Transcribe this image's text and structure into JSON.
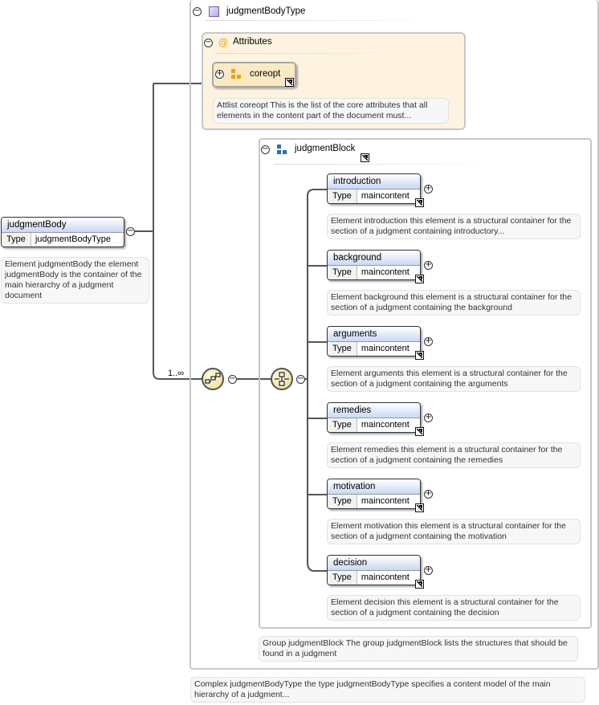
{
  "complex_type": {
    "name": "judgmentBodyType",
    "note": "Complex judgmentBodyType the type judgmentBodyType specifies a content model of the main hierarchy of a judgment..."
  },
  "root": {
    "name": "judgmentBody",
    "type_label": "Type",
    "type_value": "judgmentBodyType",
    "note": "Element judgmentBody the element judgmentBody is the container of the main hierarchy of a judgment document"
  },
  "attributes": {
    "title": "Attributes",
    "group_name": "coreopt",
    "note": "Attlist coreopt This is the list of the core attributes that all elements in the content part of the document must..."
  },
  "cardinality": "1..∞",
  "group": {
    "name": "judgmentBlock",
    "note": "Group judgmentBlock The group judgmentBlock lists the structures that should be found in a judgment",
    "elements": [
      {
        "name": "introduction",
        "type_label": "Type",
        "type_value": "maincontent",
        "note": "Element introduction this element is a structural container for the section of a judgment containing introductory..."
      },
      {
        "name": "background",
        "type_label": "Type",
        "type_value": "maincontent",
        "note": "Element background this element is a structural container for the section of a judgment containing the background"
      },
      {
        "name": "arguments",
        "type_label": "Type",
        "type_value": "maincontent",
        "note": "Element arguments this element is a structural container for the section of a judgment containing the arguments"
      },
      {
        "name": "remedies",
        "type_label": "Type",
        "type_value": "maincontent",
        "note": "Element remedies this element is a structural container for the section of a judgment containing the remedies"
      },
      {
        "name": "motivation",
        "type_label": "Type",
        "type_value": "maincontent",
        "note": "Element motivation this element is a structural container for the section of a judgment containing the motivation"
      },
      {
        "name": "decision",
        "type_label": "Type",
        "type_value": "maincontent",
        "note": "Element decision this element is a structural container for the section of a judgment containing the decision"
      }
    ]
  },
  "toggles": {
    "expanded": "−",
    "collapsed": "+"
  },
  "colors": {
    "element_header": "#c9d8f6",
    "attributes_bg": "#fdf3e0",
    "attributes_icon": "#e8a30c",
    "group_icon": "#2a6fb6",
    "compositor_fill": "#f6efb8"
  }
}
